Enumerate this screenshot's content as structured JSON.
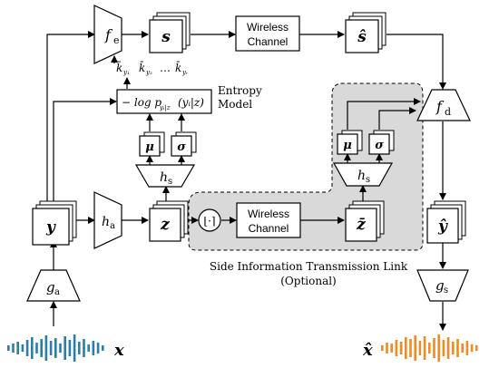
{
  "encoder_fe": "f",
  "encoder_fe_sub": "e",
  "latent_s": "s",
  "wireless_top_line1": "Wireless",
  "wireless_top_line2": "Channel",
  "latent_s_hat": "ŝ",
  "decoder_fd": "f",
  "decoder_fd_sub": "d",
  "k_labels": [
    "k̄",
    "k̄",
    "k̄"
  ],
  "k_subs": [
    "y₁",
    "y₂",
    "yᵣ"
  ],
  "k_ellipsis": "…",
  "entropy_expr_main": "− log p",
  "entropy_expr_sub": "yᵢ|z",
  "entropy_expr_args": "(yᵢ|z)",
  "entropy_label_line1": "Entropy",
  "entropy_label_line2": "Model",
  "mu": "μ",
  "sigma": "σ",
  "hs": "h",
  "hs_sub": "s",
  "y": "y",
  "ha": "h",
  "ha_sub": "a",
  "z": "z",
  "quantizer": "⌊·⌉",
  "wireless_side_line1": "Wireless",
  "wireless_side_line2": "Channel",
  "z_bar": "z̄",
  "y_hat": "ŷ",
  "ga": "g",
  "ga_sub": "a",
  "gs": "g",
  "gs_sub": "s",
  "side_link_line1": "Side Information Transmission Link",
  "side_link_line2": "(Optional)",
  "x_input": "x",
  "x_output": "x̂",
  "colors": {
    "input_wave": "#2a7fa8",
    "output_wave": "#f08a24",
    "side_region": "#d9d9d9"
  }
}
